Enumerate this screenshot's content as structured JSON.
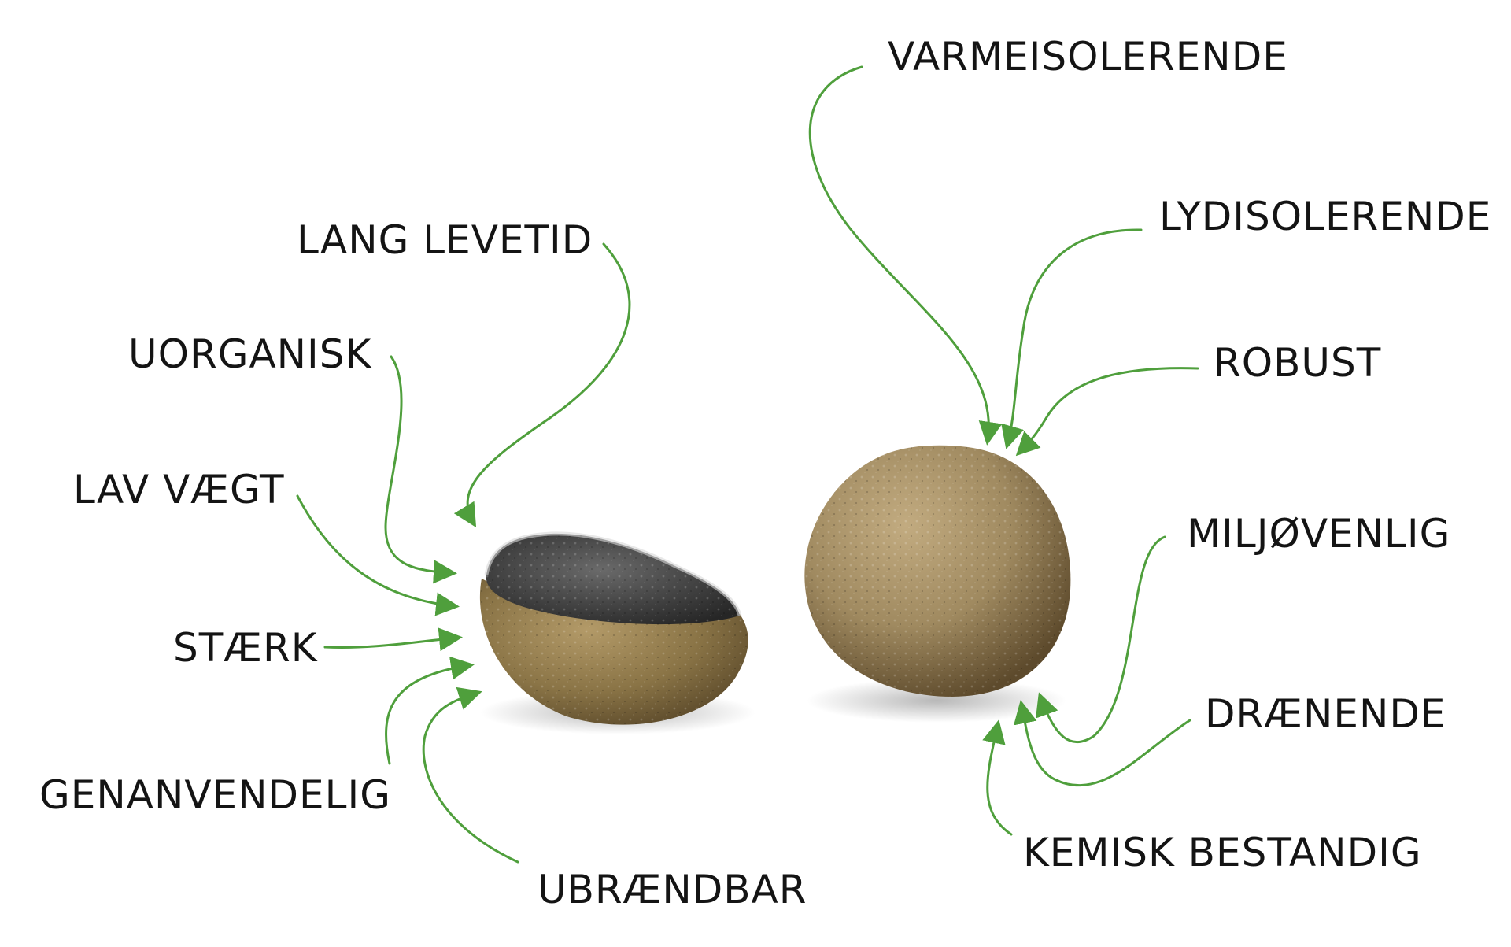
{
  "labels": {
    "lang_levetid": "LANG LEVETID",
    "uorganisk": "UORGANISK",
    "lav_vaegt": "LAV VÆGT",
    "staerk": "STÆRK",
    "genanvendelig": "GENANVENDELIG",
    "ubraendbar": "UBRÆNDBAR",
    "varmeisolerende": "VARMEISOLERENDE",
    "lydisolerende": "LYDISOLERENDE",
    "robust": "ROBUST",
    "miljoevenlig": "MILJØVENLIG",
    "draenende": "DRÆNENDE",
    "kemisk_bestandig": "KEMISK BESTANDIG"
  },
  "colors": {
    "arrow": "#4f9f3c",
    "text": "#141414",
    "pebble_crust": "#8a7446",
    "pebble_core": "#3a3a3a",
    "pebble_whole": "#a08a60"
  },
  "illustrations": {
    "left": "broken-clay-pebble",
    "right": "whole-clay-pebble"
  }
}
